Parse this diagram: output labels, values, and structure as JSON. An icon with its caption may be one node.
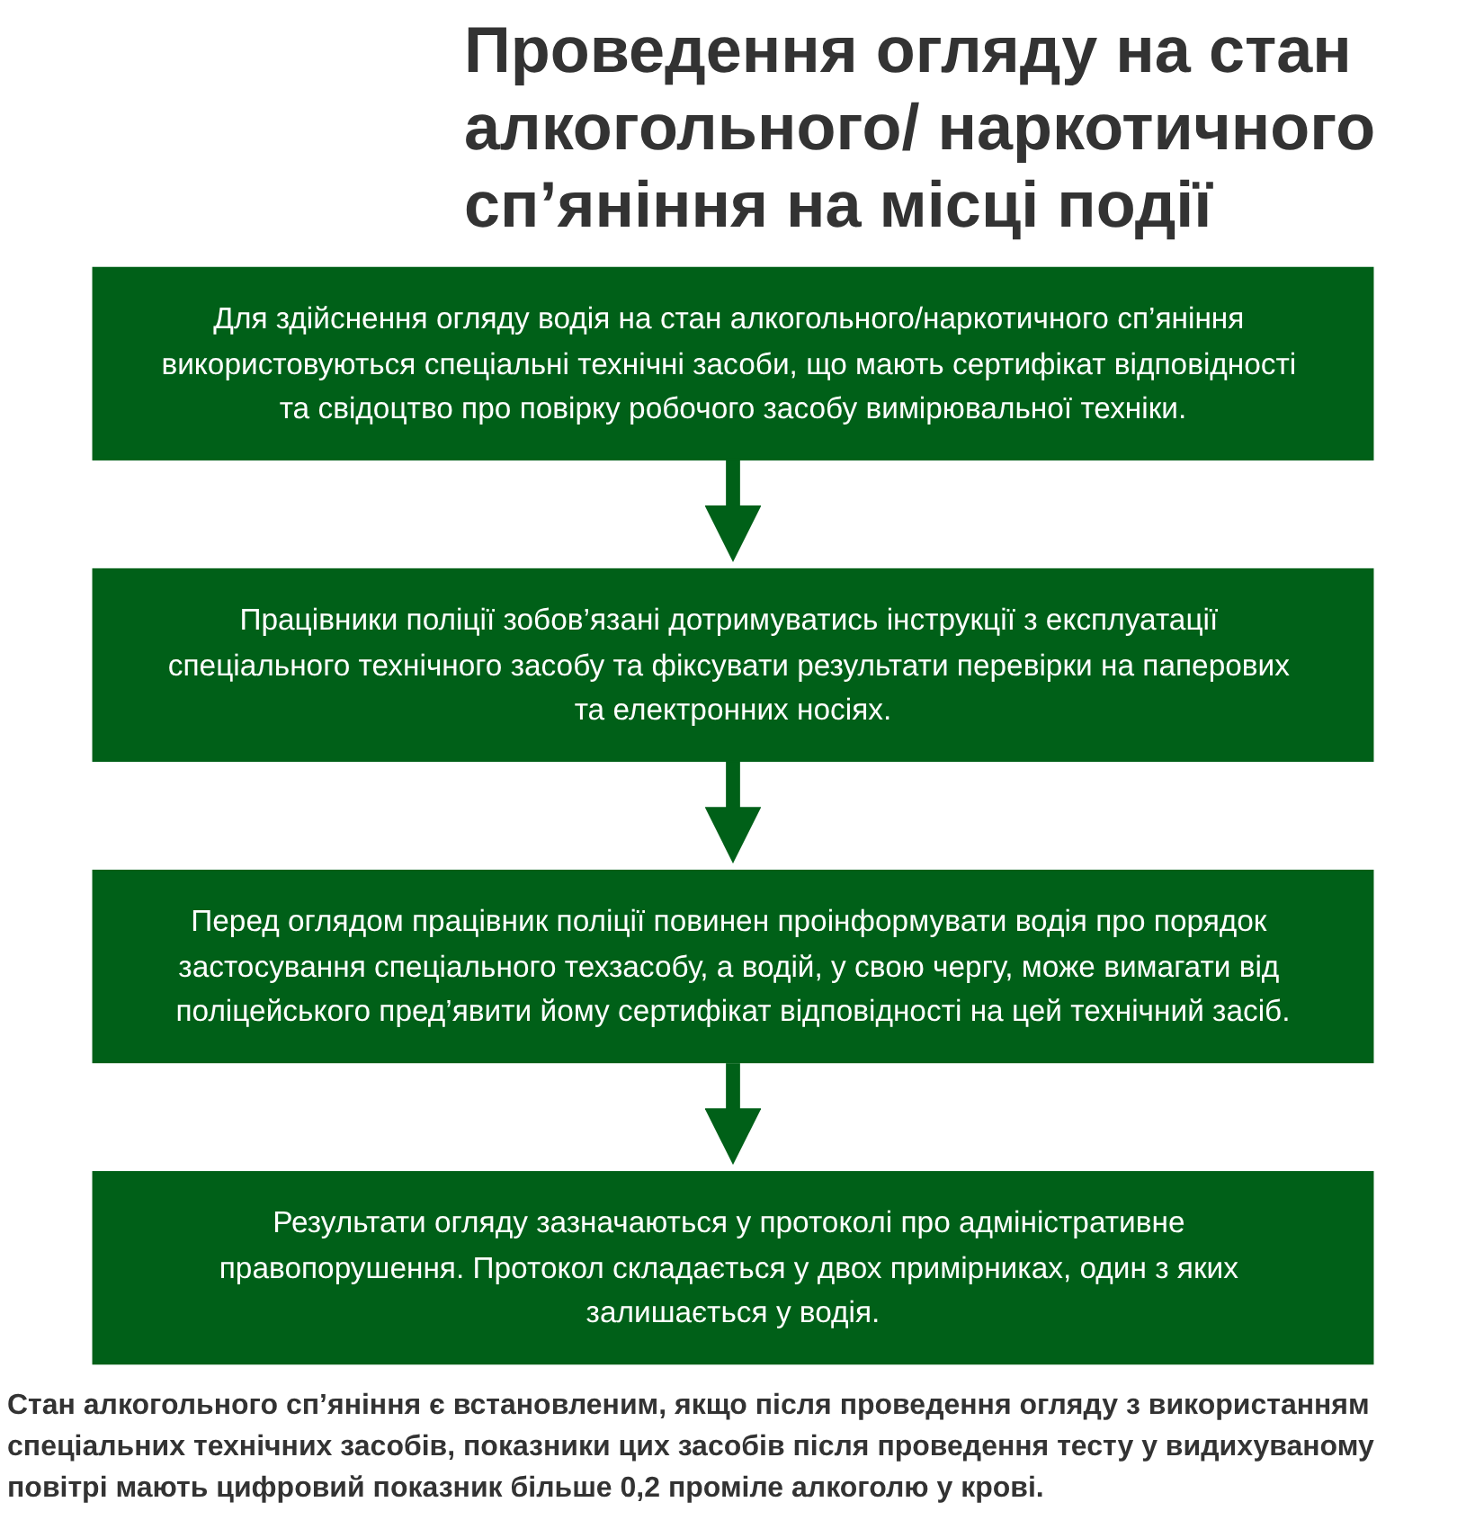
{
  "diagram": {
    "title": "Проведення огляду на стан алкогольного/ наркотичного сп’яніння на місці події",
    "nodes": [
      {
        "text": [
          "Для здійснення огляду водія на стан алкогольного/наркотичного сп’яніння використовуються спеціальні технічні засоби, що мають сертифікат відповідності та свідоцтво про повірку робочого засобу вимірювальної техніки."
        ]
      },
      {
        "text": [
          "Працівники поліції зобов’язані дотримуватись інструкції з експлуатації спеціального технічного засобу та фіксувати результати перевірки на паперових та електронних носіях."
        ]
      },
      {
        "text": [
          "Перед оглядом працівник поліції повинен проінформувати водія про порядок застосування спеціального техзасобу, а водій, у свою чергу, може вимагати від поліцейського пред’явити йому сертифікат відповідності на цей технічний засіб."
        ]
      },
      {
        "text": [
          "Результати огляду зазначаються у протоколі про адміністративне правопорушення. Протокол складається у двох примірниках, один з яких залишається у водія."
        ]
      }
    ],
    "edges": [
      {
        "from": 0,
        "to": 1,
        "arrow": "to"
      },
      {
        "from": 1,
        "to": 2,
        "arrow": "to"
      },
      {
        "from": 2,
        "to": 3,
        "arrow": "to"
      }
    ],
    "labels": [
      "Стан алкогольного сп’яніння є встановленим, якщо після проведення огляду з використанням спеціальних технічних засобів, показники цих засобів після проведення тесту у видихуваному повітрі мають цифровий показник більше 0,2 проміле алкоголю у крові."
    ]
  }
}
